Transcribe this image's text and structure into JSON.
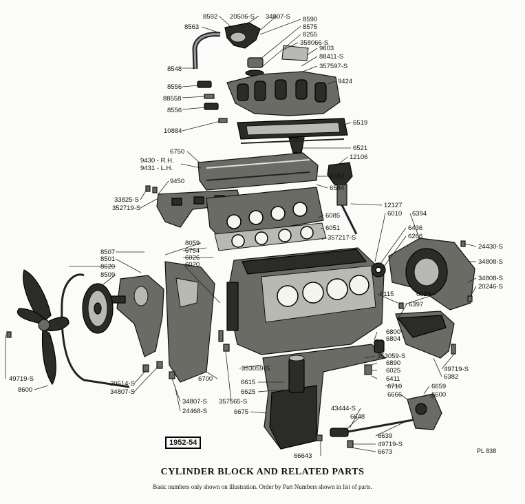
{
  "title": "CYLINDER BLOCK AND RELATED PARTS",
  "footnote": "Basic numbers only shown on illustration. Order by Part Numbers shown in list of parts.",
  "year_badge": "1952-54",
  "plate_ref": "PL 838",
  "parts": [
    "8592",
    "20506-S",
    "34807-S",
    "8590",
    "8563",
    "8575",
    "8255",
    "358066-S",
    "9603",
    "88411-S",
    "8548",
    "357597-S",
    "9424",
    "8556",
    "88558",
    "8556",
    "6519",
    "10884",
    "6521",
    "6750",
    "12106",
    "9430 - R.H.",
    "9431 - L.H.",
    "6582",
    "9450",
    "6584",
    "33825-S",
    "352719-S",
    "12127",
    "6010",
    "6394",
    "6085",
    "6051",
    "357217-S",
    "6436",
    "6266",
    "8059",
    "8507",
    "6754",
    "8501",
    "6026",
    "24430-S",
    "8620",
    "6020",
    "34808-S",
    "8509",
    "34808-S",
    "20246-S",
    "8115",
    "6026",
    "6397",
    "6800",
    "6804",
    "353059-S",
    "6890",
    "6025",
    "49719-S",
    "6411",
    "6382",
    "6700",
    "353059-S",
    "6615",
    "6625",
    "6710",
    "6666",
    "6659",
    "6600",
    "49719-S",
    "8600",
    "20514-S",
    "34807-S",
    "34807-S",
    "24468-S",
    "357565-S",
    "6675",
    "43444-S",
    "6648",
    "6639",
    "49719-S",
    "6673",
    "66643"
  ]
}
